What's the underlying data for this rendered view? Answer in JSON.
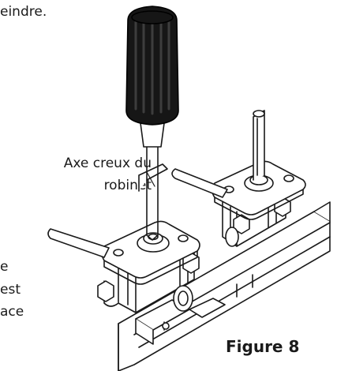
{
  "texts": {
    "top_fragment": "eindre.",
    "callout_line1": "Axe creux du",
    "callout_line2": "robinet",
    "left_fragment_1": "e",
    "left_fragment_2": "est",
    "left_fragment_3": "ace",
    "figure_label": "Figure 8"
  },
  "colors": {
    "ink": "#1a1a1a",
    "handle": "#161616",
    "handle_groove": "#3d3d3d",
    "background": "#ffffff"
  },
  "icons": {
    "screwdriver": "screwdriver-icon",
    "valve": "valve-assembly",
    "rail": "mounting-rail"
  }
}
